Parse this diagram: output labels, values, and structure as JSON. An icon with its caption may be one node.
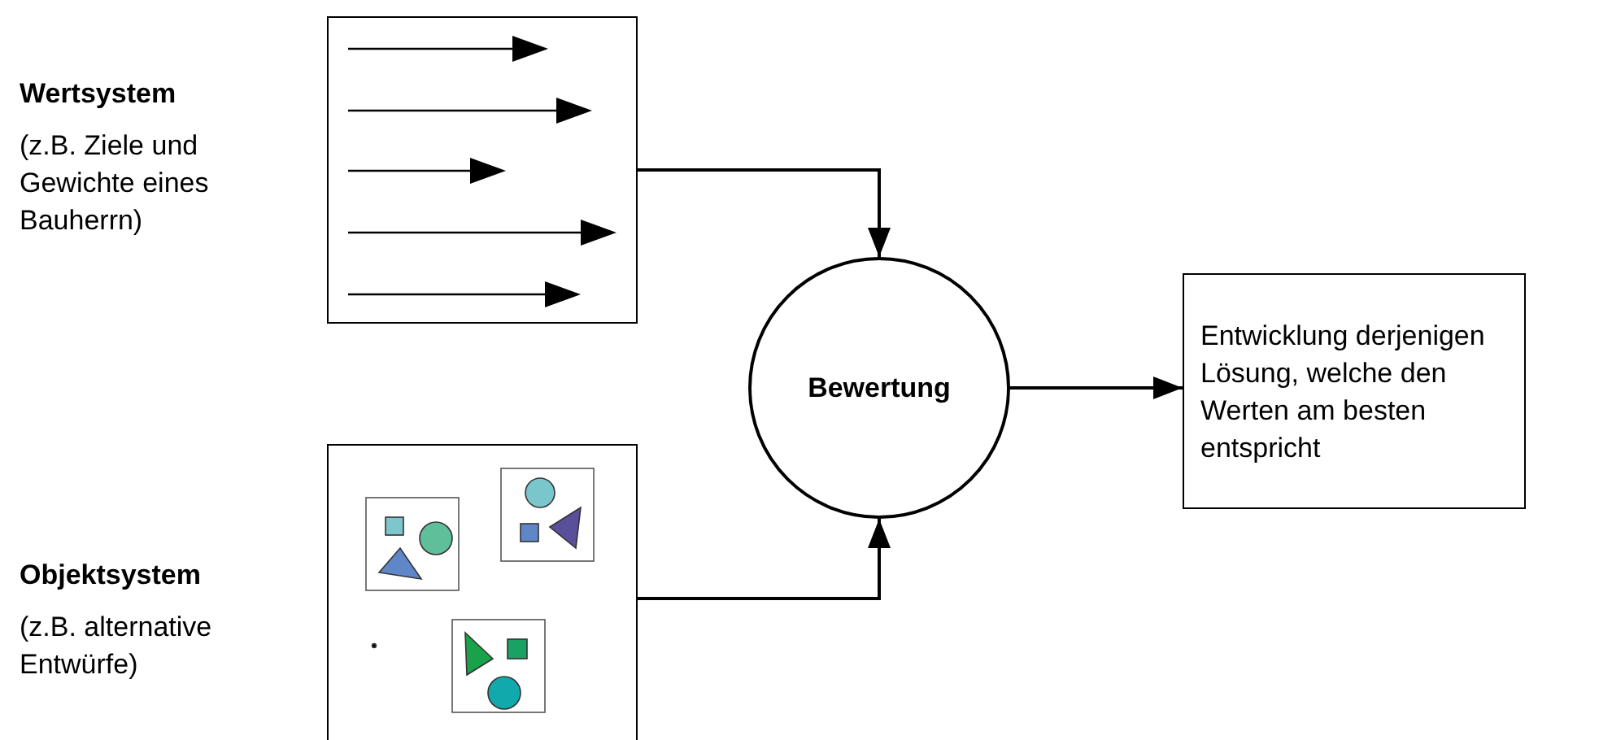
{
  "diagram": {
    "nodes": [
      {
        "text": [],
        "shape": "box",
        "beside": [
          "Wertsystem",
          "(z.B. Ziele und Gewichte eines Bauherrn)"
        ]
      },
      {
        "text": [],
        "shape": "box",
        "beside": [
          "Objektsystem",
          "(z.B. alternative Entwürfe)"
        ]
      },
      {
        "text": [
          "Bewertung"
        ]
      },
      {
        "text": [
          "Entwicklung derjenigen Lösung, welche den Werten am besten entspricht"
        ]
      }
    ],
    "edges": [
      {
        "from": 0,
        "to": 2,
        "arrow": "to"
      },
      {
        "from": 1,
        "to": 2,
        "arrow": "to"
      },
      {
        "from": 2,
        "to": 3,
        "arrow": "to"
      }
    ]
  }
}
